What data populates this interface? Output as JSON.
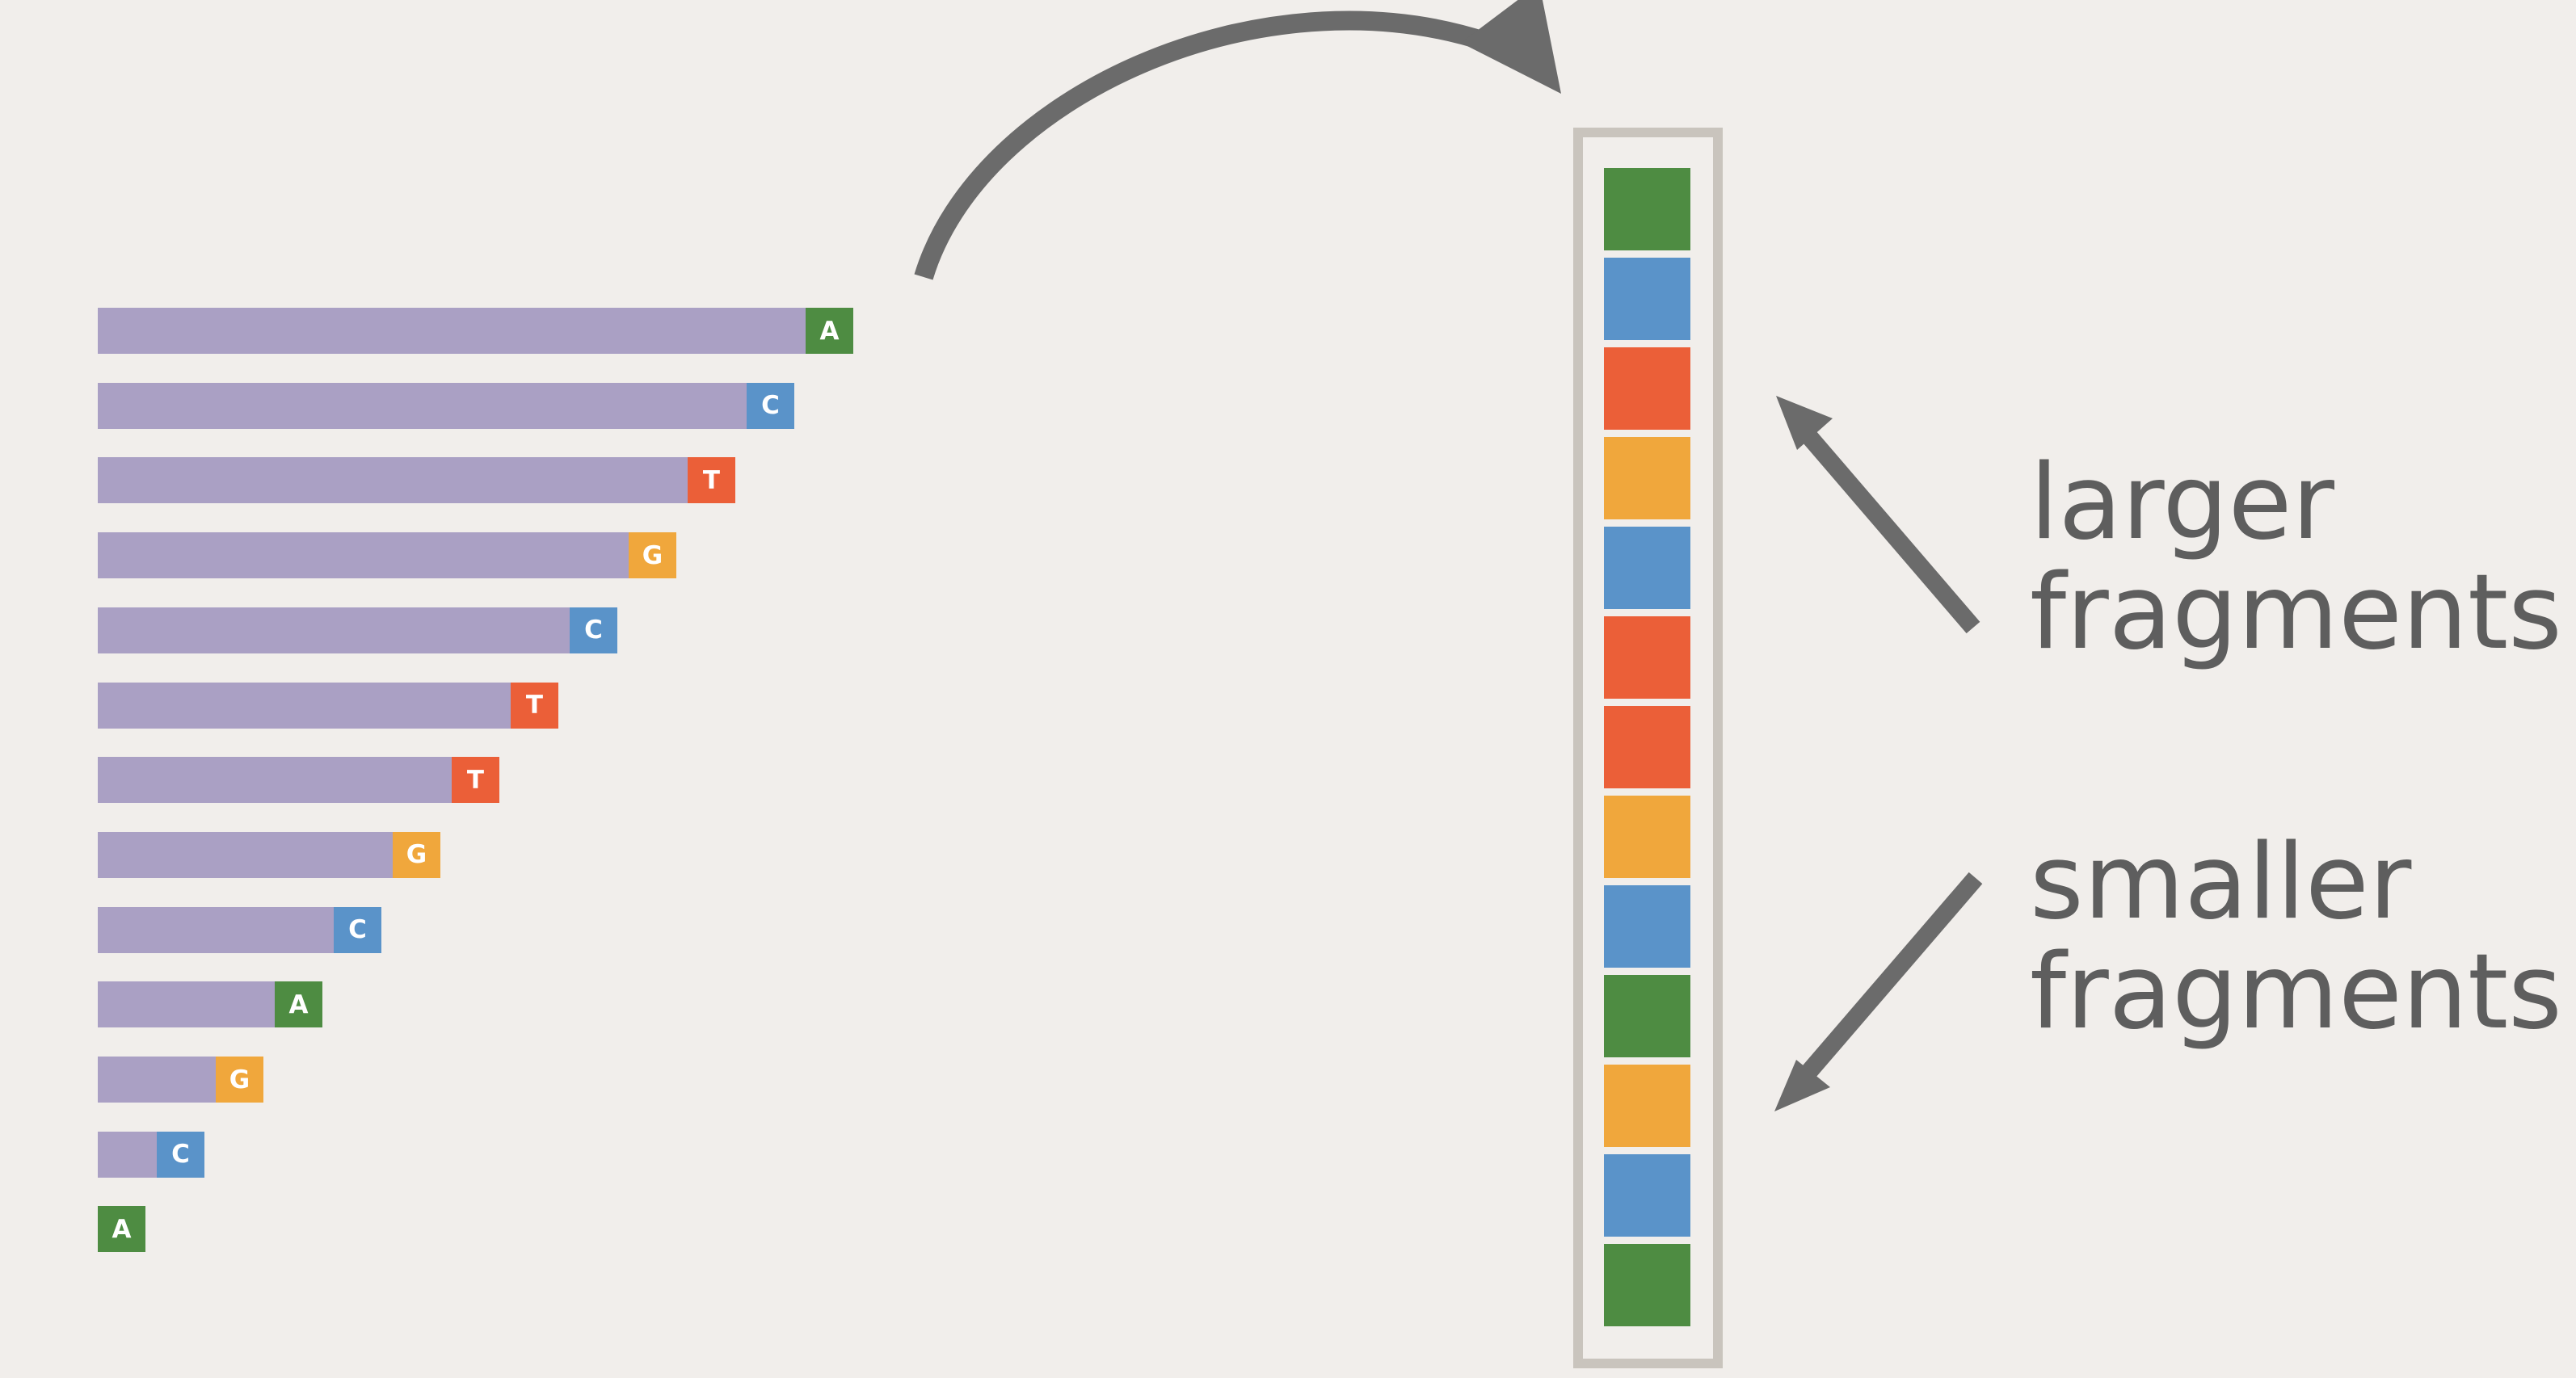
{
  "colors": {
    "A": "#4e8c42",
    "C": "#5a93c9",
    "T": "#eb5f38",
    "G": "#f0a73c",
    "fragment": "#aaa0c4",
    "arrow": "#6b6b6b",
    "capillary_border": "#c9c4bd",
    "background": "#f1eeeb"
  },
  "fragments": [
    {
      "base": "A",
      "relative_length": 13
    },
    {
      "base": "C",
      "relative_length": 12
    },
    {
      "base": "T",
      "relative_length": 11
    },
    {
      "base": "G",
      "relative_length": 10
    },
    {
      "base": "C",
      "relative_length": 9
    },
    {
      "base": "T",
      "relative_length": 8
    },
    {
      "base": "T",
      "relative_length": 7
    },
    {
      "base": "G",
      "relative_length": 6
    },
    {
      "base": "C",
      "relative_length": 5
    },
    {
      "base": "A",
      "relative_length": 4
    },
    {
      "base": "G",
      "relative_length": 3
    },
    {
      "base": "C",
      "relative_length": 2
    },
    {
      "base": "A",
      "relative_length": 1
    }
  ],
  "capillary_bands": [
    "A",
    "C",
    "T",
    "G",
    "C",
    "T",
    "T",
    "G",
    "C",
    "A",
    "G",
    "C",
    "A"
  ],
  "labels": {
    "larger_line1": "larger",
    "larger_line2": "fragments",
    "smaller_line1": "smaller",
    "smaller_line2": "fragments"
  }
}
